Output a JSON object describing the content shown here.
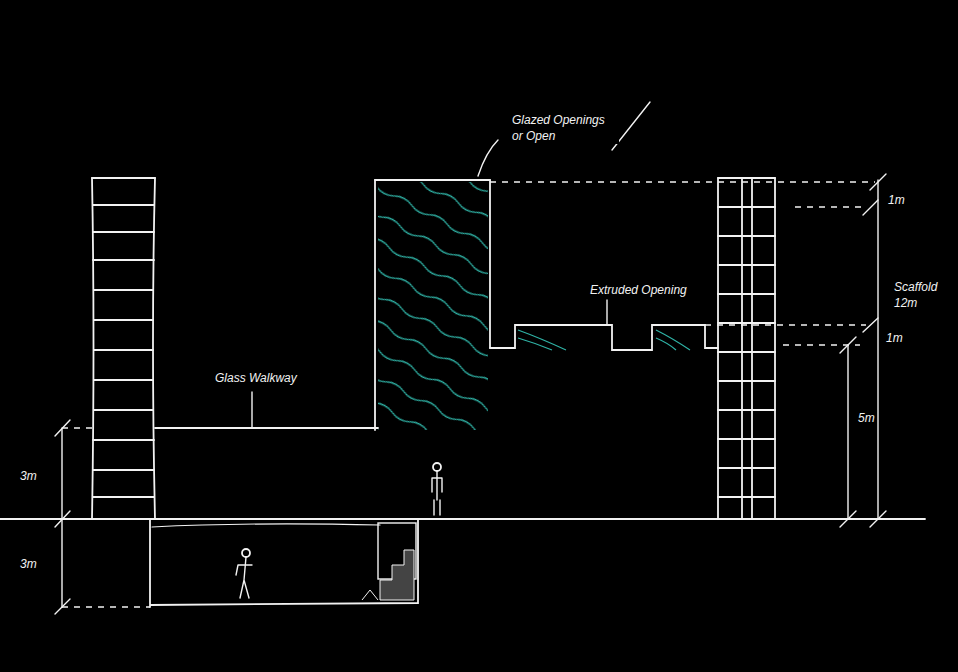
{
  "diagram": {
    "labels": [
      "Glazed Openings or Open",
      "Glass Walkway",
      "Extruded Opening",
      "1m",
      "Scaffold 12m",
      "1m",
      "5m",
      "3m",
      "3m"
    ]
  }
}
